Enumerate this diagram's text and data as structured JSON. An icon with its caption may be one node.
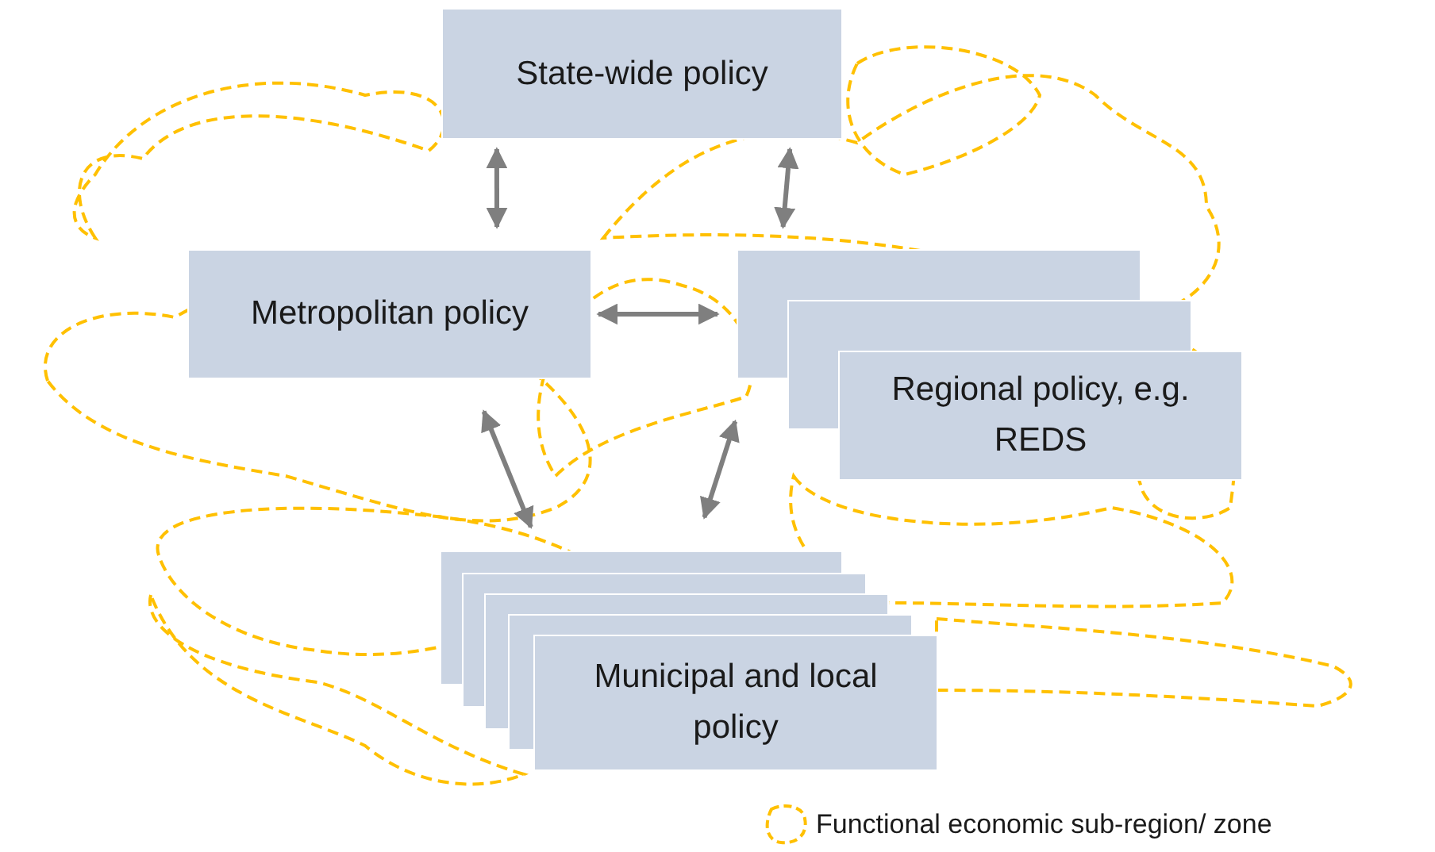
{
  "diagram": {
    "nodes": [
      {
        "text": [
          "State-wide policy"
        ]
      },
      {
        "text": [
          "Metropolitan policy"
        ]
      },
      {
        "text": [],
        "shape": "box"
      },
      {
        "text": [],
        "shape": "box"
      },
      {
        "text": [
          "Regional policy, e.g. REDS"
        ]
      },
      {
        "text": [],
        "shape": "box"
      },
      {
        "text": [],
        "shape": "box"
      },
      {
        "text": [],
        "shape": "box"
      },
      {
        "text": [],
        "shape": "box"
      },
      {
        "text": [
          "Municipal and local policy"
        ]
      }
    ],
    "edges": [
      {
        "from": 0,
        "to": 1,
        "arrow": "both"
      },
      {
        "from": 0,
        "to": 2,
        "arrow": "both"
      },
      {
        "from": 1,
        "to": 2,
        "arrow": "both"
      },
      {
        "from": 1,
        "to": 5,
        "arrow": "both"
      },
      {
        "from": 2,
        "to": 5,
        "arrow": "both"
      }
    ],
    "legend": [
      {
        "text": "Functional economic sub-region/ zone"
      }
    ]
  }
}
